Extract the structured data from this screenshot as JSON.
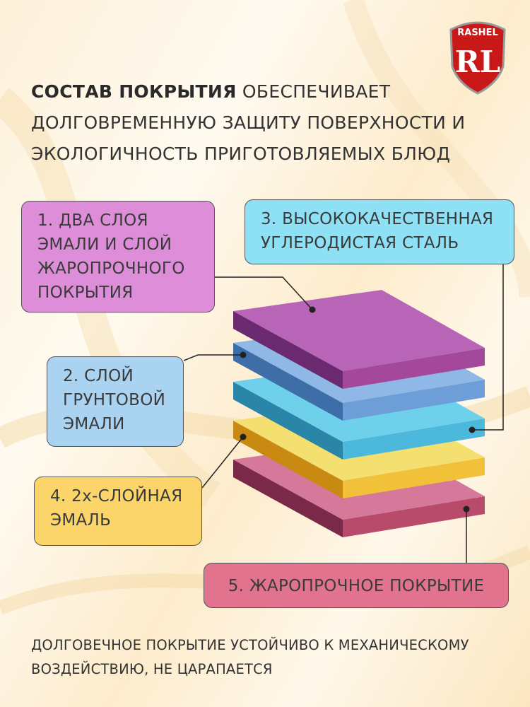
{
  "brand": {
    "logo_text": "RASHEL",
    "logo_monogram": "RL",
    "logo_color": "#d21f1f"
  },
  "headline": {
    "bold": "СОСТАВ ПОКРЫТИЯ",
    "rest": " ОБЕСПЕЧИВАЕТ ДОЛГОВРЕМЕННУЮ ЗАЩИТУ ПОВЕРХНОСТИ И ЭКОЛОГИЧНОСТЬ ПРИГОТОВЛЯЕМЫХ БЛЮД"
  },
  "layers": [
    {
      "label": "1. ДВА СЛОЯ ЭМАЛИ И СЛОЙ ЖАРОПРОЧНОГО ПОКРЫТИЯ",
      "color": "#de8ed8"
    },
    {
      "label": "2. СЛОЙ ГРУНТОВОЙ ЭМАЛИ",
      "color": "#a9d3f1"
    },
    {
      "label": "3. ВЫСОКОКАЧЕСТВЕННАЯ УГЛЕРОДИСТАЯ СТАЛЬ",
      "color": "#8ee1f5"
    },
    {
      "label": "4. 2х-СЛОЙНАЯ ЭМАЛЬ",
      "color": "#fcd56a"
    },
    {
      "label": "5. ЖАРОПРОЧНОЕ ПОКРЫТИЕ",
      "color": "#e1738f"
    }
  ],
  "footer": "ДОЛГОВЕЧНОЕ ПОКРЫТИЕ УСТОЙЧИВО К МЕХАНИЧЕСКОМУ ВОЗДЕЙСТВИЮ, НЕ ЦАРАПАЕТСЯ"
}
